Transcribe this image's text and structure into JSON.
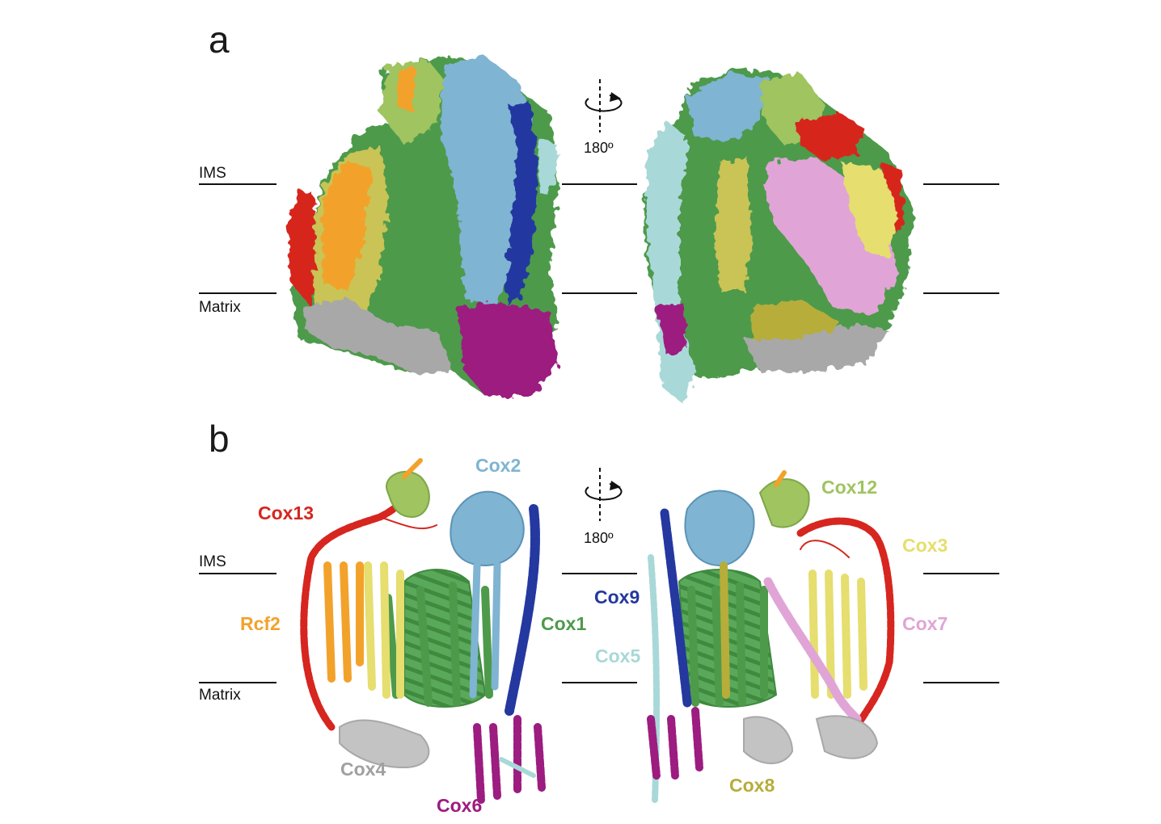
{
  "panels": {
    "a": "a",
    "b": "b"
  },
  "membrane": {
    "ims": "IMS",
    "matrix": "Matrix"
  },
  "rotation": {
    "angle": "180º",
    "icon": "rotate-180-icon"
  },
  "subunits": {
    "cox1": "Cox1",
    "cox2": "Cox2",
    "cox3": "Cox3",
    "cox4": "Cox4",
    "cox5": "Cox5",
    "cox6": "Cox6",
    "cox7": "Cox7",
    "cox8": "Cox8",
    "cox9": "Cox9",
    "cox12": "Cox12",
    "cox13": "Cox13",
    "rcf2": "Rcf2"
  },
  "colors": {
    "cox1": "#4e9a4b",
    "cox2": "#7fb4d2",
    "cox3": "#e6de6e",
    "cox4": "#a8a8a8",
    "cox5": "#a9d8d8",
    "cox6": "#9c1c80",
    "cox7": "#e0a5d6",
    "cox8": "#b7ad3a",
    "cox9": "#2438a0",
    "cox12": "#9fc460",
    "cox13": "#d6261f",
    "rcf2": "#f2a22b"
  }
}
